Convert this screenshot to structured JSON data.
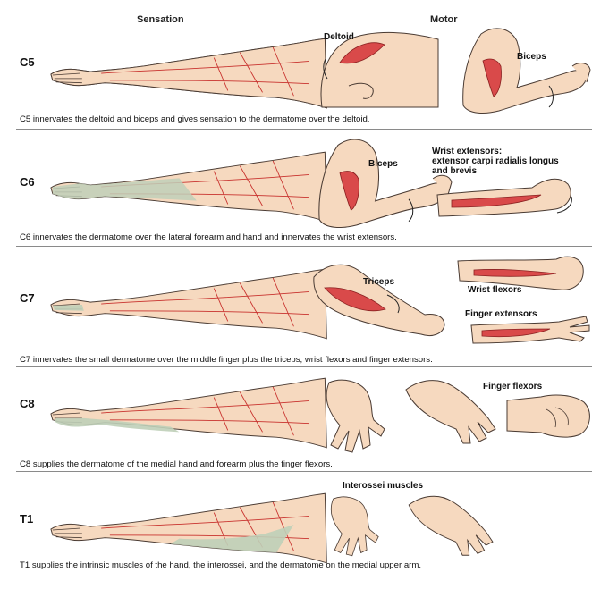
{
  "headers": {
    "sensation": "Sensation",
    "motor": "Motor"
  },
  "colors": {
    "skin": "#f6d9bf",
    "skin_outline": "#4a3b33",
    "dermatome": "#bfcfb8",
    "nerve": "#c8322e",
    "muscle": "#d94a4a",
    "divider": "#8a8a8a"
  },
  "rows": [
    {
      "label": "C5",
      "muscles": [
        "Deltoid",
        "Biceps"
      ],
      "caption": "C5 innervates the deltoid and biceps and gives sensation to the dermatome over the deltoid."
    },
    {
      "label": "C6",
      "muscles": [
        "Biceps",
        "Wrist extensors:",
        "extensor carpi radialis longus",
        "and brevis"
      ],
      "caption": "C6 innervates the dermatome over the lateral forearm and hand and innervates the wrist extensors."
    },
    {
      "label": "C7",
      "muscles": [
        "Triceps",
        "Wrist flexors",
        "Finger extensors"
      ],
      "caption": "C7 innervates the small dermatome over the middle finger plus the triceps, wrist flexors and finger extensors."
    },
    {
      "label": "C8",
      "muscles": [
        "Finger flexors"
      ],
      "caption": "C8 supplies the dermatome of the medial hand and forearm plus the finger flexors."
    },
    {
      "label": "T1",
      "muscles": [
        "Interossei muscles"
      ],
      "caption": "T1 supplies the intrinsic muscles of the hand, the interossei, and the dermatome on the medial upper arm."
    }
  ]
}
